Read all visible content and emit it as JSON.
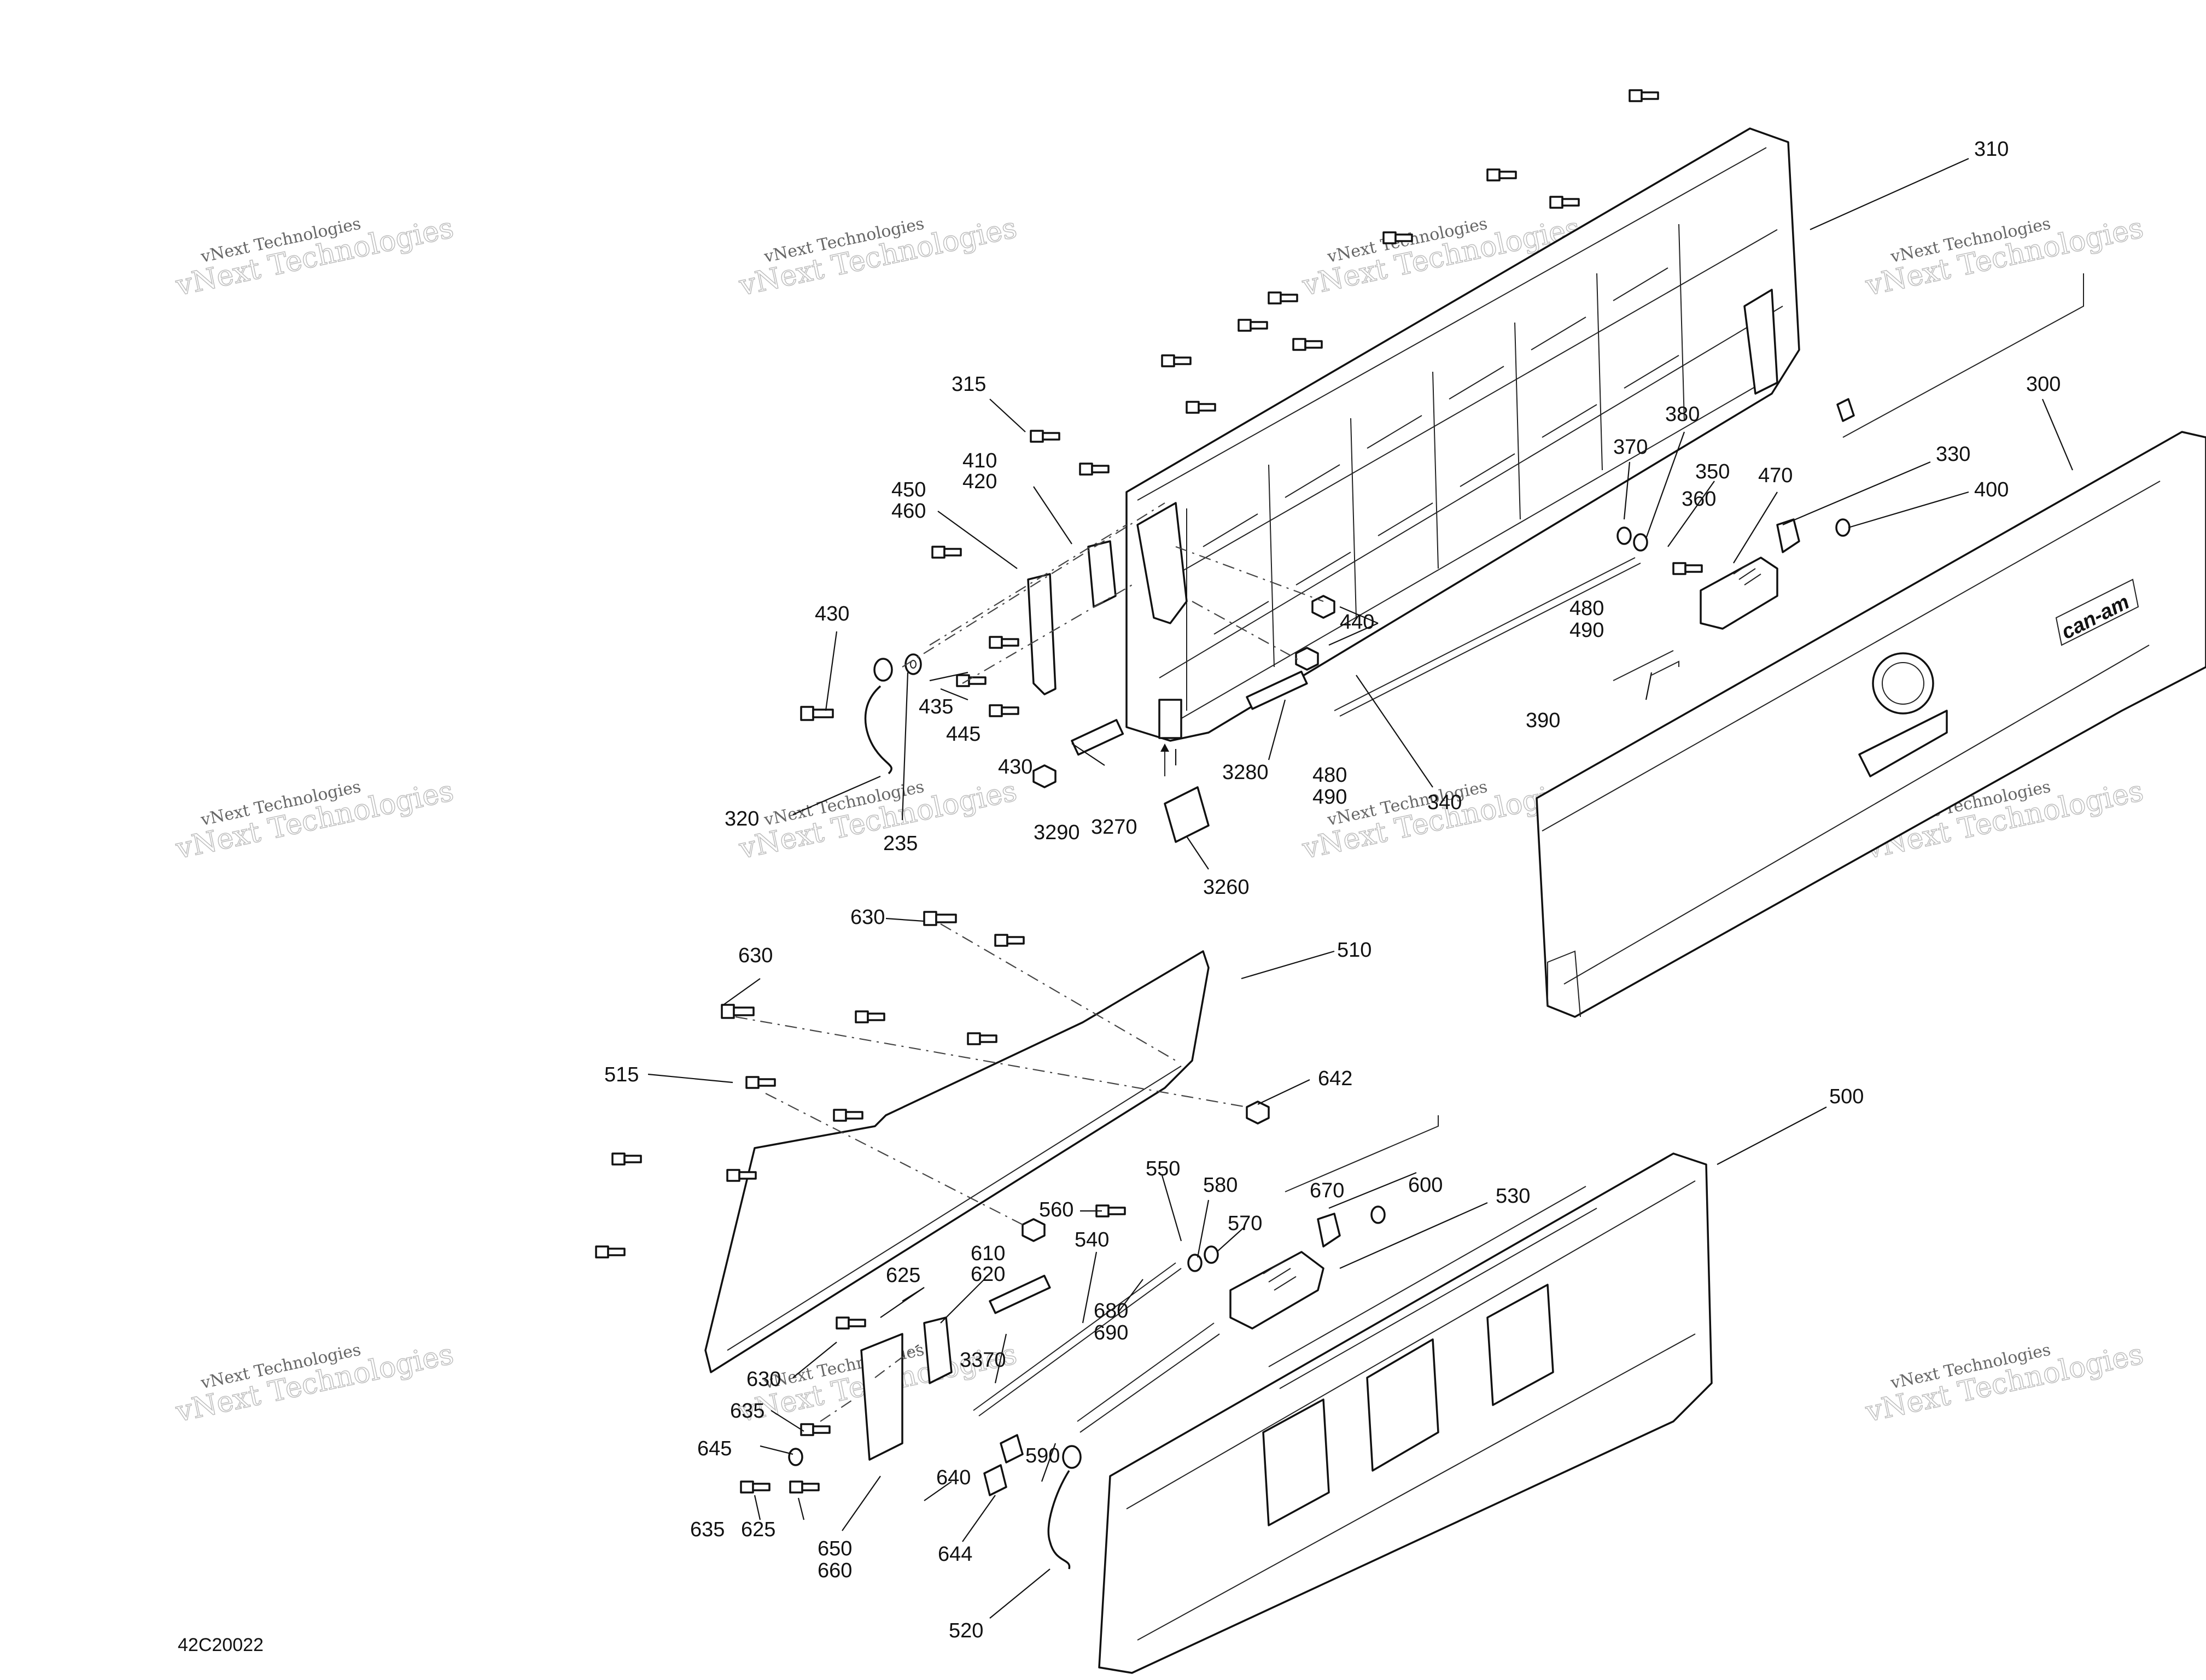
{
  "figure_code": "42C20022",
  "watermark": {
    "line1": "vNext Technologies",
    "line2": "vNext Technologies"
  },
  "callouts": [
    "310",
    "315",
    "300",
    "380",
    "370",
    "350",
    "360",
    "470",
    "330",
    "400",
    "410",
    "420",
    "450",
    "460",
    "430",
    "435",
    "445",
    "430",
    "440",
    "480",
    "490",
    "390",
    "3280",
    "480",
    "490",
    "340",
    "3290",
    "3270",
    "320",
    "235",
    "3260",
    "630",
    "510",
    "630",
    "515",
    "642",
    "500",
    "550",
    "580",
    "670",
    "600",
    "530",
    "560",
    "570",
    "540",
    "610",
    "620",
    "625",
    "680",
    "690",
    "3370",
    "630",
    "635",
    "645",
    "590",
    "640",
    "635",
    "625",
    "650",
    "660",
    "644",
    "520"
  ],
  "brand_mark": "can-am"
}
